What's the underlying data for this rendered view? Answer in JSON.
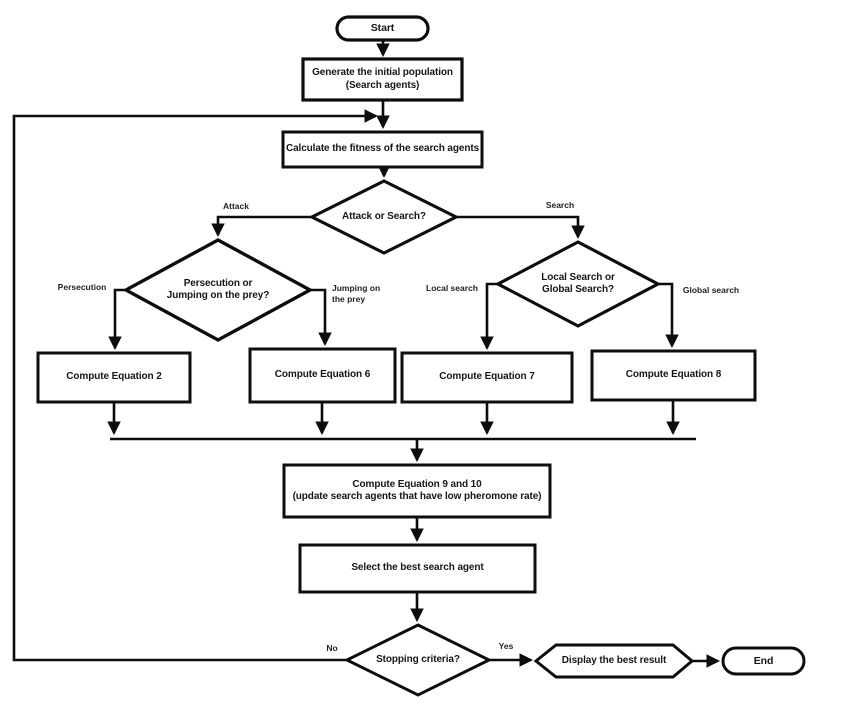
{
  "colors": {
    "line": "#0d0d0d",
    "node_fill": "#ffffff",
    "text": "#161616",
    "background": "#ffffff"
  },
  "nodes": {
    "start": {
      "type": "terminator",
      "label": "Start"
    },
    "generate_population": {
      "type": "process",
      "lines": [
        "Generate the initial population",
        "(Search agents)"
      ]
    },
    "calculate_fitness": {
      "type": "process",
      "label": "Calculate the fitness of the search agents"
    },
    "attack_or_search": {
      "type": "decision",
      "label": "Attack or Search?"
    },
    "persecution_or_jumping": {
      "type": "decision",
      "lines": [
        "Persecution or",
        "Jumping on the prey?"
      ]
    },
    "local_or_global": {
      "type": "decision",
      "lines": [
        "Local Search or",
        "Global Search?"
      ]
    },
    "compute_eq2": {
      "type": "process",
      "label": "Compute Equation 2"
    },
    "compute_eq6": {
      "type": "process",
      "label": "Compute Equation 6"
    },
    "compute_eq7": {
      "type": "process",
      "label": "Compute Equation 7"
    },
    "compute_eq8": {
      "type": "process",
      "label": "Compute Equation 8"
    },
    "compute_eq9_10": {
      "type": "process",
      "lines": [
        "Compute Equation 9 and 10",
        "(update search agents that have low pheromone rate)"
      ]
    },
    "select_best_agent": {
      "type": "process",
      "label": "Select the best search agent"
    },
    "stopping_criteria": {
      "type": "decision",
      "label": "Stopping criteria?"
    },
    "display_result": {
      "type": "display",
      "label": "Display the best result"
    },
    "end": {
      "type": "terminator",
      "label": "End"
    }
  },
  "edge_labels": {
    "attack": "Attack",
    "search": "Search",
    "persecution": "Persecution",
    "jumping_line1": "Jumping on",
    "jumping_line2": "the prey",
    "local_search": "Local search",
    "global_search": "Global search",
    "no": "No",
    "yes": "Yes"
  }
}
